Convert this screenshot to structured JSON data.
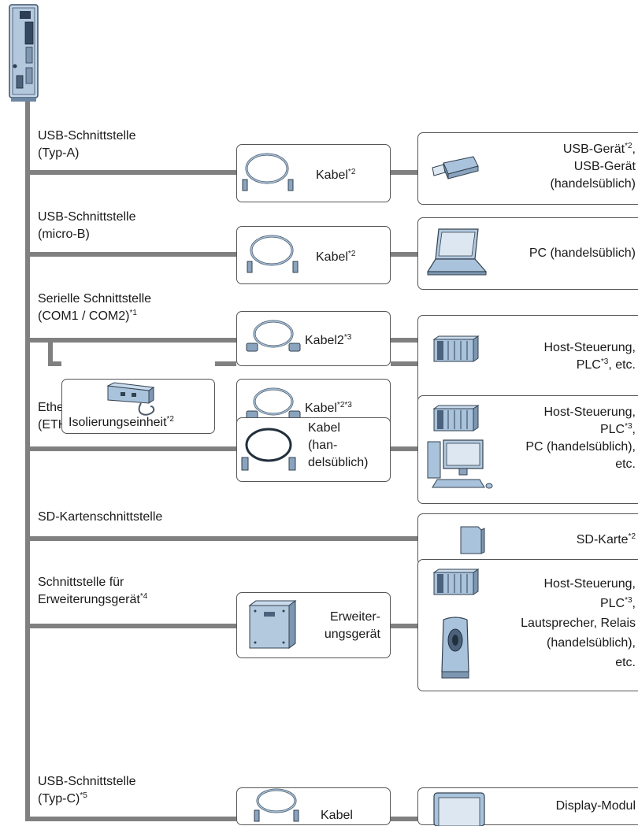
{
  "interfaces": {
    "usb_a": {
      "line1": "USB-Schnittstelle",
      "line2": "(Typ-A)"
    },
    "usb_micro": {
      "line1": "USB-Schnittstelle",
      "line2": "(micro-B)"
    },
    "serial": {
      "line1": "Serielle Schnittstelle",
      "line2": "(COM1 / COM2)",
      "note": "*1"
    },
    "ethernet": {
      "line1": "Ethernet-Schnittstelle",
      "line2": "(ETH1 / ETH2)"
    },
    "sd": {
      "line1": "SD-Kartenschnittstelle"
    },
    "expansion": {
      "line1": "Schnittstelle für",
      "line2": "Erweiterungsgerät",
      "note": "*4"
    },
    "usb_c": {
      "line1": "USB-Schnittstelle",
      "line2": "(Typ-C)",
      "note": "*5"
    }
  },
  "cables": {
    "usb_a": {
      "label": "Kabel",
      "note": "*2"
    },
    "usb_micro": {
      "label": "Kabel",
      "note": "*2"
    },
    "serial1": {
      "label": "Kabel",
      "mid": "2",
      "note": "*3"
    },
    "serial2": {
      "label": "Kabel",
      "note": "*2*3"
    },
    "ethernet": {
      "line1": "Kabel",
      "line2": "(han-",
      "line3": "delsüblich)"
    },
    "expansion": {
      "line1": "Erweiter-",
      "line2": "ungsgerät"
    },
    "usb_c": {
      "label": "Kabel"
    },
    "isolation": {
      "label": "Isolierungseinheit",
      "note": "*2"
    }
  },
  "devices": {
    "usb_device": {
      "line1": "USB-Gerät",
      "note1": "*2",
      "comma": ",",
      "line2": "USB-Gerät",
      "line3": "(handelsüblich)"
    },
    "pc": {
      "label": "PC (handelsüblich)"
    },
    "host_serial": {
      "line1": "Host-Steuerung,",
      "line2": "PLC",
      "note": "*3",
      "tail": ", etc."
    },
    "host_eth": {
      "line1": "Host-Steuerung,",
      "line2": "PLC",
      "note": "*3",
      "tail": ",",
      "line3": "PC (handelsüblich),",
      "line4": "etc."
    },
    "sd_card": {
      "label": "SD-Karte",
      "note": "*2"
    },
    "host_exp": {
      "line1": "Host-Steuerung,",
      "line2": "PLC",
      "note": "*3",
      "tail": ",",
      "line3": "Lautsprecher, Relais",
      "line4": "(handelsüblich),",
      "line5": "etc."
    },
    "display": {
      "label": "Display-Modul"
    }
  },
  "colors": {
    "line": "#808080",
    "border": "#555555",
    "device_blue": "#a9c3dc",
    "device_dark": "#6d87a3"
  },
  "icons": [
    "controller-icon",
    "usb-cable-icon",
    "usb-stick-icon",
    "laptop-icon",
    "serial-cable-icon",
    "plc-icon",
    "isolation-unit-icon",
    "ethernet-cable-icon",
    "desktop-pc-icon",
    "sd-card-icon",
    "expansion-unit-icon",
    "speaker-icon",
    "display-module-icon"
  ]
}
